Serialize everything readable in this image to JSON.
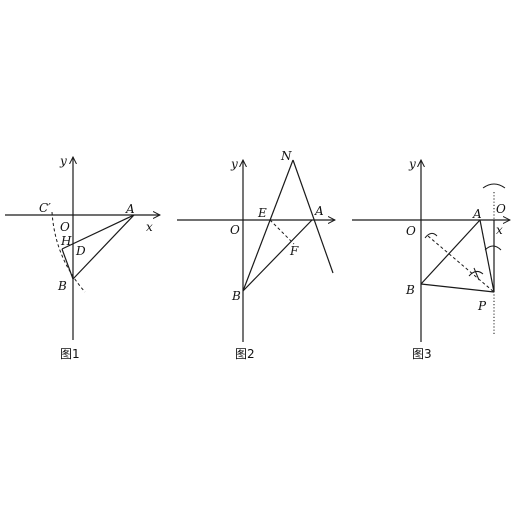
{
  "figures": [
    {
      "caption": "图1",
      "labels": {
        "y": "y",
        "x": "x",
        "O": "O",
        "A": "A",
        "B": "B",
        "C": "C′",
        "H": "H",
        "D": "D"
      }
    },
    {
      "caption": "图2",
      "labels": {
        "y": "y",
        "O": "O",
        "A": "A",
        "B": "B",
        "E": "E",
        "F": "F",
        "N": "N"
      }
    },
    {
      "caption": "图3",
      "labels": {
        "y": "y",
        "x": "x",
        "O": "O",
        "O2": "O",
        "A": "A",
        "B": "B",
        "P": "P"
      }
    }
  ]
}
